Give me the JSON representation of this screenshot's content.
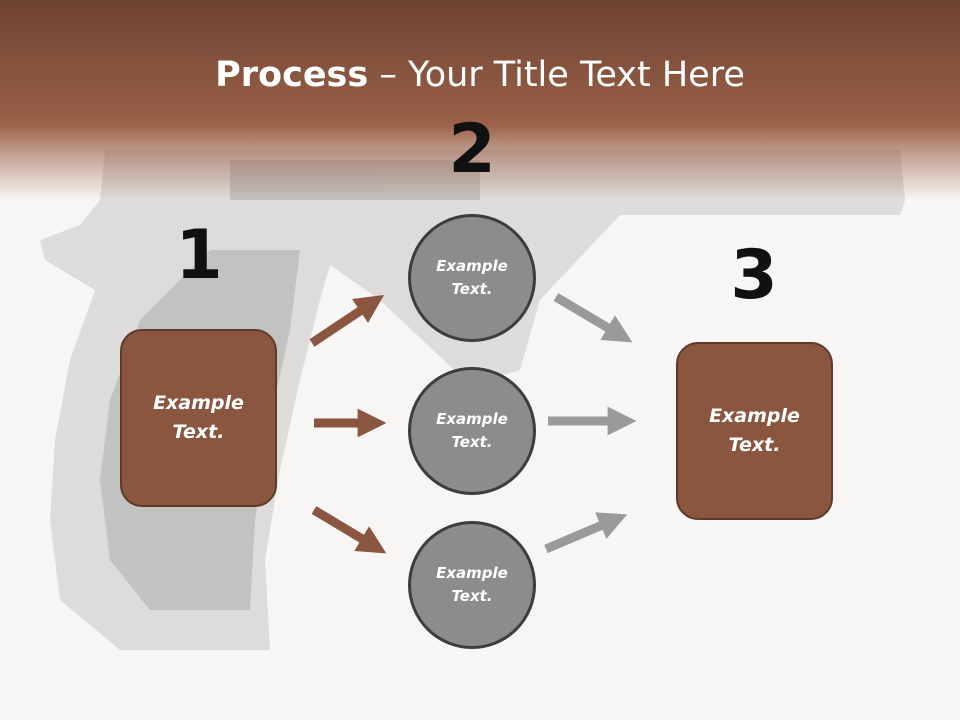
{
  "slide": {
    "title_bold": "Process",
    "title_rest": " – Your Title Text Here"
  },
  "steps": [
    {
      "number": "1"
    },
    {
      "number": "2"
    },
    {
      "number": "3"
    }
  ],
  "left_box": {
    "text": "Example\nText."
  },
  "circles": [
    {
      "text": "Example\nText."
    },
    {
      "text": "Example\nText."
    },
    {
      "text": "Example\nText."
    }
  ],
  "right_box": {
    "text": "Example\nText."
  },
  "colors": {
    "header": "#8a5640",
    "box_fill": "#8a5640",
    "circle_fill": "#8c8c8c",
    "arrow_brown": "#8a5640",
    "arrow_gray": "#9a9a9a"
  }
}
